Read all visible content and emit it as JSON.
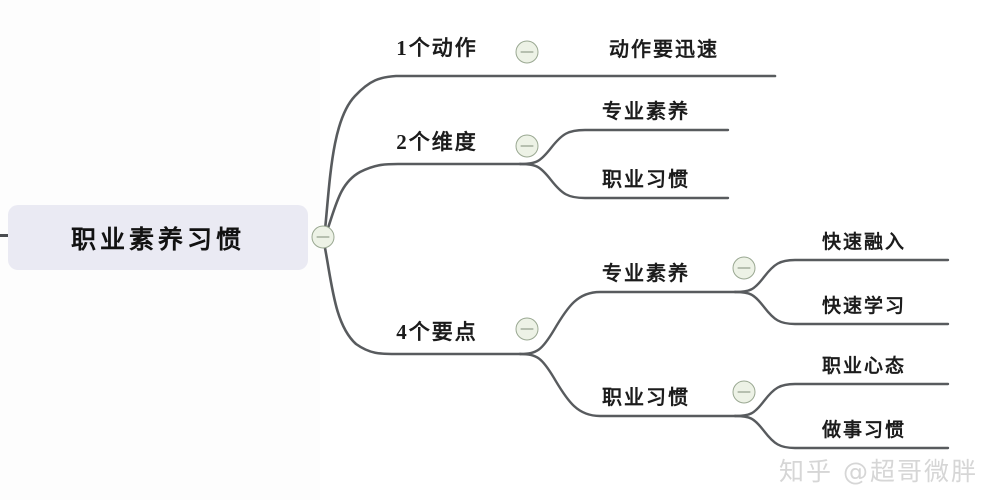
{
  "root": {
    "label": "职业素养习惯",
    "box_color": "#eaeaf3",
    "text_color": "#121212",
    "collapse_icon": "minus-circle-icon"
  },
  "theme": {
    "link_color": "#585b5e",
    "collapse_fill": "#edf2e6",
    "collapse_border": "#9aa892",
    "collapse_glyph": "#7f8c78",
    "background": "#ffffff",
    "watermark_color": "#d6d6d6"
  },
  "branches": [
    {
      "id": "b1",
      "label": "1个动作",
      "collapse_icon": "minus-circle-icon",
      "children": [
        {
          "id": "b1c1",
          "label": "动作要迅速",
          "children": []
        }
      ]
    },
    {
      "id": "b2",
      "label": "2个维度",
      "collapse_icon": "minus-circle-icon",
      "children": [
        {
          "id": "b2c1",
          "label": "专业素养",
          "children": []
        },
        {
          "id": "b2c2",
          "label": "职业习惯",
          "children": []
        }
      ]
    },
    {
      "id": "b3",
      "label": "4个要点",
      "collapse_icon": "minus-circle-icon",
      "children": [
        {
          "id": "b3c1",
          "label": "专业素养",
          "collapse_icon": "minus-circle-icon",
          "children": [
            {
              "id": "b3c1g1",
              "label": "快速融入"
            },
            {
              "id": "b3c1g2",
              "label": "快速学习"
            }
          ]
        },
        {
          "id": "b3c2",
          "label": "职业习惯",
          "collapse_icon": "minus-circle-icon",
          "children": [
            {
              "id": "b3c2g1",
              "label": "职业心态"
            },
            {
              "id": "b3c2g2",
              "label": "做事习惯"
            }
          ]
        }
      ]
    }
  ],
  "watermark": {
    "text": "知乎 @超哥微胖"
  }
}
